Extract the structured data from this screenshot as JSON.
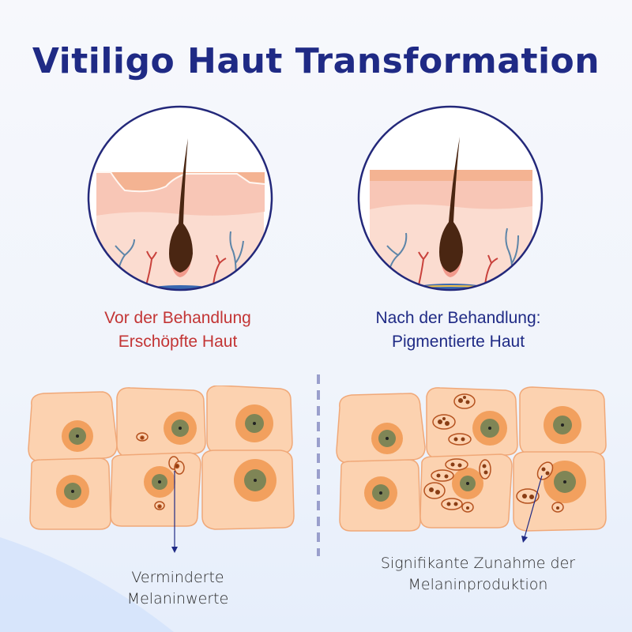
{
  "title": "Vitiligo Haut Transformation",
  "colors": {
    "title": "#1f2a85",
    "before_caption": "#c33535",
    "after_caption": "#1f2a85",
    "circle_border": "#23287a",
    "cell_fill": "#fcd2b0",
    "cell_border": "#f0a878",
    "nucleus_ring": "#f2a05e",
    "nucleus_core": "#7f8556",
    "melanin": "#8a3d14"
  },
  "before": {
    "caption_line1": "Vor der Behandlung",
    "caption_line2": "Erschöpfte Haut",
    "note_line1": "Verminderte",
    "note_line2": "Melaninwerte"
  },
  "after": {
    "caption_line1": "Nach der Behandlung:",
    "caption_line2": "Pigmentierte Haut",
    "note_line1": "Signifikante Zunahme der",
    "note_line2": "Melaninproduktion"
  },
  "icons": {
    "before_circle": "skin-cross-section-depigmented",
    "after_circle": "skin-cross-section-pigmented",
    "arrow": "arrow-down"
  }
}
